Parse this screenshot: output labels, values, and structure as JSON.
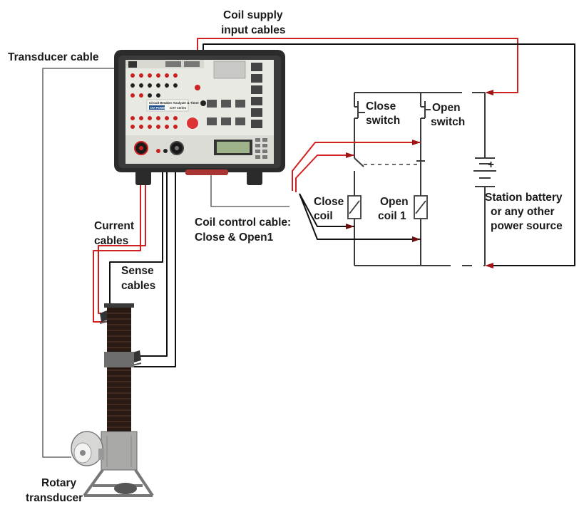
{
  "labels": {
    "coil_supply": [
      "Coil supply",
      "input cables"
    ],
    "transducer_cable": "Transducer cable",
    "close_switch": [
      "Close",
      "switch"
    ],
    "open_switch": [
      "Open",
      "switch"
    ],
    "close_coil": [
      "Close",
      "coil"
    ],
    "open_coil": [
      "Open",
      "coil 1"
    ],
    "station_battery": [
      "Station battery",
      "or any other",
      "power source"
    ],
    "coil_control": [
      "Coil control cable:",
      "Close & Open1"
    ],
    "current_cables": [
      "Current",
      "cables"
    ],
    "sense_cables": [
      "Sense",
      "cables"
    ],
    "rotary_transducer": [
      "Rotary",
      "transducer"
    ],
    "battery_plus": "+"
  },
  "device": {
    "title": "Circuit Breaker Analyzer & Timer",
    "brand": "DV POWER",
    "series": "CAT series"
  },
  "colors": {
    "current_cable": "#d21f1f",
    "sense_cable": "#111111",
    "transducer_cable": "#6a6a6a",
    "device_body": "#2b2b2b",
    "panel": "#e9e9e4"
  }
}
